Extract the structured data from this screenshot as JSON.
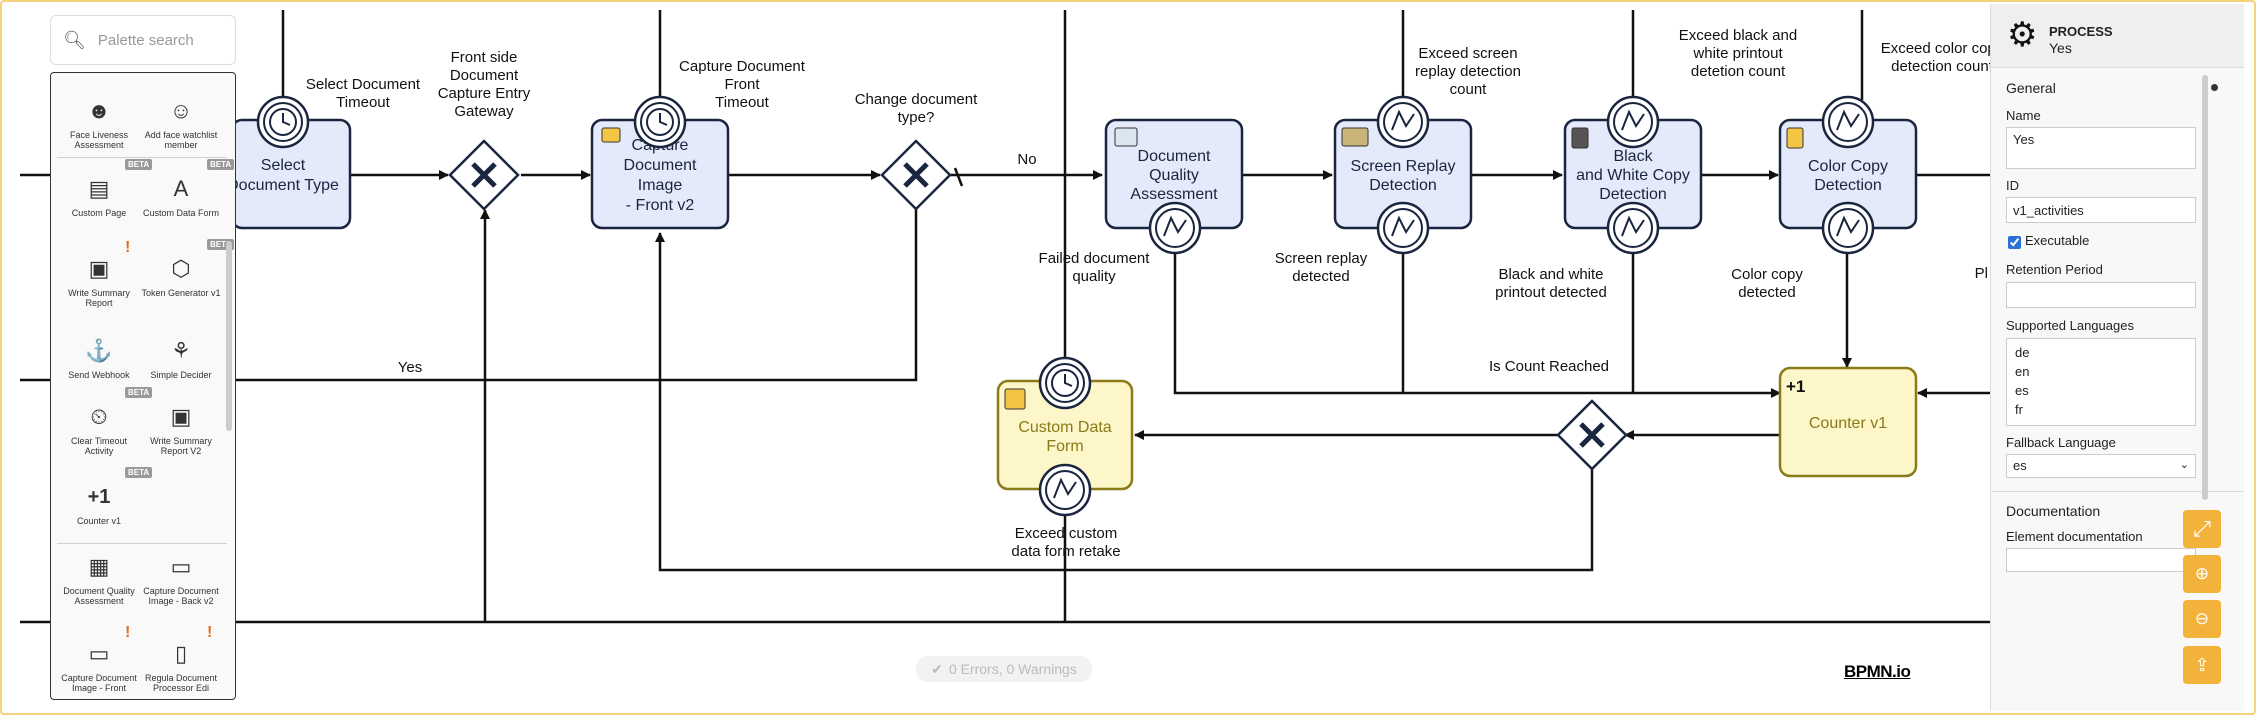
{
  "search": {
    "placeholder": "Palette search"
  },
  "palette": {
    "items": [
      {
        "label": "Face Liveness Assessment",
        "icon": "face-liveness-icon",
        "badge": ""
      },
      {
        "label": "Add face watchlist member",
        "icon": "face-watchlist-icon",
        "badge": ""
      },
      {
        "label": "Custom Page",
        "icon": "custom-page-icon",
        "badge": "BETA"
      },
      {
        "label": "Custom Data Form",
        "icon": "custom-data-form-icon",
        "badge": "BETA"
      },
      {
        "label": "Write Summary Report",
        "icon": "report-icon",
        "badge": "!"
      },
      {
        "label": "Token Generator v1",
        "icon": "token-icon",
        "badge": "BETA"
      },
      {
        "label": "Send Webhook",
        "icon": "webhook-icon",
        "badge": ""
      },
      {
        "label": "Simple Decider",
        "icon": "decider-icon",
        "badge": ""
      },
      {
        "label": "Clear Timeout Activity",
        "icon": "clear-timeout-icon",
        "badge": "BETA"
      },
      {
        "label": "Write Summary Report V2",
        "icon": "report-v2-icon",
        "badge": ""
      },
      {
        "label": "Counter v1",
        "icon": "counter-icon",
        "badge": "BETA"
      },
      {
        "label": "Document Quality Assessment",
        "icon": "doc-quality-icon",
        "badge": ""
      },
      {
        "label": "Capture Document Image - Back v2",
        "icon": "capture-back-icon",
        "badge": ""
      },
      {
        "label": "Capture Document Image - Front",
        "icon": "capture-front-icon",
        "badge": "!"
      },
      {
        "label": "Regula Document Processor Edi",
        "icon": "regula-icon",
        "badge": "!"
      }
    ],
    "counter_glyph": "+1"
  },
  "diagram": {
    "tasks": {
      "select_doc_type": "Select Document Type",
      "capture_front": "Capture Document Image - Front v2",
      "doc_quality": "Document Quality Assessment",
      "screen_replay": "Screen Replay Detection",
      "bw_copy": "Black and White Copy Detection",
      "color_copy": "Color Copy Detection",
      "custom_data_form": "Custom Data Form",
      "counter": "Counter v1"
    },
    "labels": {
      "select_doc_timeout": "Select Document Timeout",
      "front_entry_gw": "Front side Document Capture Entry Gateway",
      "capture_front_timeout": "Capture Document Front Timeout",
      "change_doc_type": "Change document type?",
      "no": "No",
      "yes": "Yes",
      "failed_quality": "Failed document quality",
      "screen_replay_detected": "Screen replay detected",
      "bw_printout_detected": "Black and white printout detected",
      "color_copy_detected": "Color copy detected",
      "exceed_screen_replay": "Exceed screen replay detection count",
      "exceed_bw": "Exceed black and white printout detetion count",
      "exceed_color": "Exceed color copy detection count",
      "is_count_reached": "Is Count Reached",
      "exceed_custom_form": "Exceed custom data form retake",
      "pl": "Pl"
    }
  },
  "properties": {
    "element_type": "PROCESS",
    "element_name": "Yes",
    "group_general": "General",
    "name_label": "Name",
    "name_value": "Yes",
    "id_label": "ID",
    "id_value": "v1_activities",
    "executable_label": "Executable",
    "executable": true,
    "retention_label": "Retention Period",
    "retention_value": "",
    "languages_label": "Supported Languages",
    "languages": [
      "de",
      "en",
      "es",
      "fr"
    ],
    "fallback_label": "Fallback Language",
    "fallback_value": "es",
    "group_documentation": "Documentation",
    "element_doc_label": "Element documentation"
  },
  "status": {
    "text": "0 Errors, 0 Warnings"
  },
  "logo": "BPMN.io",
  "colors": {
    "task_blue_fill": "#e4eafa",
    "task_yellow_fill": "#fdf6c8",
    "task_yellow_stroke": "#8a7a1a",
    "accent": "#f3b23a",
    "stroke": "#1a2540"
  }
}
